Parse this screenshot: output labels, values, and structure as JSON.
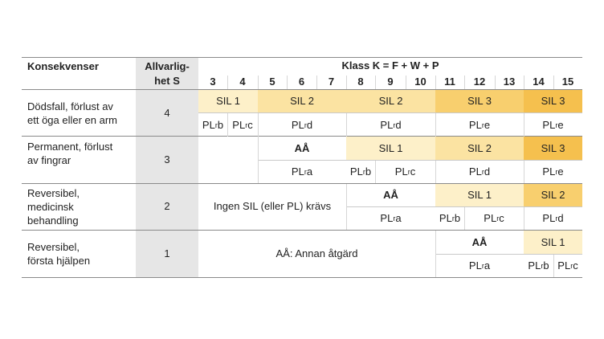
{
  "header": {
    "consequences": "Konsekvenser",
    "severity": "Allvarlig-het S",
    "class_title": "Klass K = F + W + P",
    "class_numbers": [
      "3",
      "4",
      "5",
      "6",
      "7",
      "8",
      "9",
      "10",
      "11",
      "12",
      "13",
      "14",
      "15"
    ]
  },
  "rows": [
    {
      "consequence": "Dödsfall, förlust av ett öga eller en arm",
      "severity": "4",
      "sil": [
        "SIL 1",
        "SIL 2",
        "SIL 2",
        "SIL 3",
        "SIL 3"
      ],
      "pl": [
        {
          "main": "PL",
          "sub": "r",
          "suffix": "b"
        },
        {
          "main": "PL",
          "sub": "r",
          "suffix": "c"
        },
        {
          "main": "PL",
          "sub": "r",
          "suffix": "d"
        },
        {
          "main": "PL",
          "sub": "r",
          "suffix": "d"
        },
        {
          "main": "PL",
          "sub": "r",
          "suffix": "e"
        },
        {
          "main": "PL",
          "sub": "r",
          "suffix": "e"
        }
      ]
    },
    {
      "consequence": "Permanent, förlust av fingrar",
      "severity": "3",
      "sil": [
        "AÅ",
        "SIL 1",
        "SIL 2",
        "SIL 3"
      ],
      "pl": [
        {
          "main": "PL",
          "sub": "r",
          "suffix": "a"
        },
        {
          "main": "PL",
          "sub": "r",
          "suffix": "b"
        },
        {
          "main": "PL",
          "sub": "r",
          "suffix": "c"
        },
        {
          "main": "PL",
          "sub": "r",
          "suffix": "d"
        },
        {
          "main": "PL",
          "sub": "r",
          "suffix": "e"
        }
      ]
    },
    {
      "consequence": "Reversibel, medicinsk behandling",
      "severity": "2",
      "none_text": "Ingen SIL (eller PL) krävs",
      "sil": [
        "AÅ",
        "SIL 1",
        "SIL 2"
      ],
      "pl": [
        {
          "main": "PL",
          "sub": "r",
          "suffix": "a"
        },
        {
          "main": "PL",
          "sub": "r",
          "suffix": "b"
        },
        {
          "main": "PL",
          "sub": "r",
          "suffix": "c"
        },
        {
          "main": "PL",
          "sub": "r",
          "suffix": "d"
        }
      ]
    },
    {
      "consequence": "Reversibel, första hjälpen",
      "severity": "1",
      "other_text": "AÅ: Annan åtgärd",
      "sil": [
        "AÅ",
        "SIL 1"
      ],
      "pl": [
        {
          "main": "PL",
          "sub": "r",
          "suffix": "a"
        },
        {
          "main": "PL",
          "sub": "r",
          "suffix": "b"
        },
        {
          "main": "PL",
          "sub": "r",
          "suffix": "c"
        }
      ]
    }
  ]
}
